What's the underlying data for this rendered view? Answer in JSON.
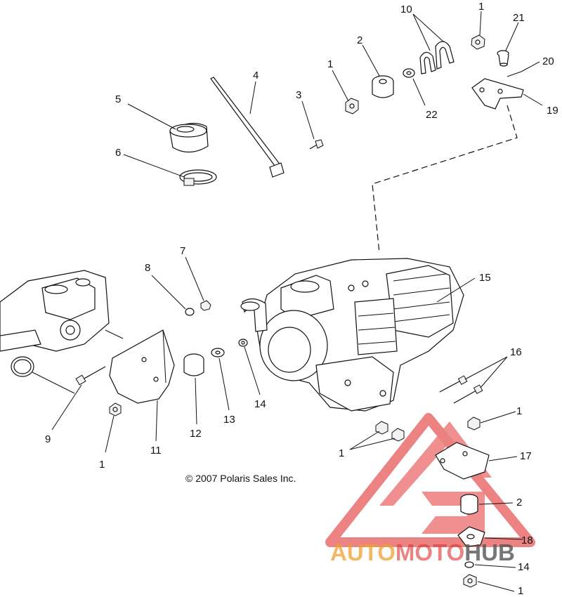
{
  "diagram": {
    "copyright": "© 2007 Polaris Sales Inc.",
    "callouts": [
      {
        "id": "c1a",
        "text": "1"
      },
      {
        "id": "c10",
        "text": "10"
      },
      {
        "id": "c21",
        "text": "21"
      },
      {
        "id": "c20",
        "text": "20"
      },
      {
        "id": "c19",
        "text": "19"
      },
      {
        "id": "c2a",
        "text": "2"
      },
      {
        "id": "c1b",
        "text": "1"
      },
      {
        "id": "c22",
        "text": "22"
      },
      {
        "id": "c4",
        "text": "4"
      },
      {
        "id": "c3",
        "text": "3"
      },
      {
        "id": "c5",
        "text": "5"
      },
      {
        "id": "c6",
        "text": "6"
      },
      {
        "id": "c7",
        "text": "7"
      },
      {
        "id": "c8",
        "text": "8"
      },
      {
        "id": "c15",
        "text": "15"
      },
      {
        "id": "c16",
        "text": "16"
      },
      {
        "id": "c9",
        "text": "9"
      },
      {
        "id": "c1c",
        "text": "1"
      },
      {
        "id": "c11",
        "text": "11"
      },
      {
        "id": "c12",
        "text": "12"
      },
      {
        "id": "c13",
        "text": "13"
      },
      {
        "id": "c14a",
        "text": "14"
      },
      {
        "id": "c1d",
        "text": "1"
      },
      {
        "id": "c1e",
        "text": "1"
      },
      {
        "id": "c17",
        "text": "17"
      },
      {
        "id": "c2b",
        "text": "2"
      },
      {
        "id": "c18",
        "text": "18"
      },
      {
        "id": "c14b",
        "text": "14"
      },
      {
        "id": "c1f",
        "text": "1"
      }
    ]
  },
  "watermark": {
    "part1": "AUTO",
    "part2": "MOTO",
    "part3": "HUB",
    "color_orange": "#f0a030",
    "color_red": "#e03030",
    "color_gray": "#555555"
  }
}
